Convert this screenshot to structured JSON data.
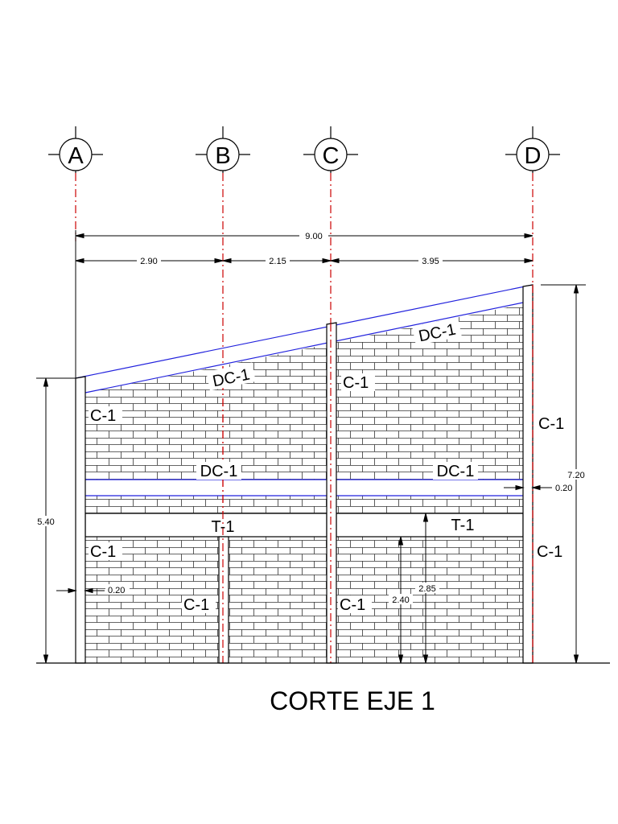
{
  "axes": [
    {
      "id": "A",
      "label": "A"
    },
    {
      "id": "B",
      "label": "B"
    },
    {
      "id": "C",
      "label": "C"
    },
    {
      "id": "D",
      "label": "D"
    }
  ],
  "dimensions": {
    "total": "9.00",
    "spans": [
      "2.90",
      "2.15",
      "3.95"
    ],
    "left_height": "5.40",
    "right_height": "7.20",
    "column_width_right": "0.20",
    "column_width_left": "0.20",
    "tie_height": "2.85",
    "wall_height": "2.40"
  },
  "labels": {
    "dc_roof_left": "DC-1",
    "dc_roof_right": "DC-1",
    "dc_mid_left": "DC-1",
    "dc_mid_right": "DC-1",
    "t_left": "T-1",
    "t_right": "T-1",
    "c_a_upper": "C-1",
    "c_a_lower": "C-1",
    "c_b": "C-1",
    "c_c_upper": "C-1",
    "c_c_lower": "C-1",
    "c_d_upper": "C-1",
    "c_d_lower": "C-1"
  },
  "title": "CORTE EJE 1",
  "colors": {
    "beam": "#2222dd",
    "axis": "#cc0000",
    "line": "#000000"
  }
}
